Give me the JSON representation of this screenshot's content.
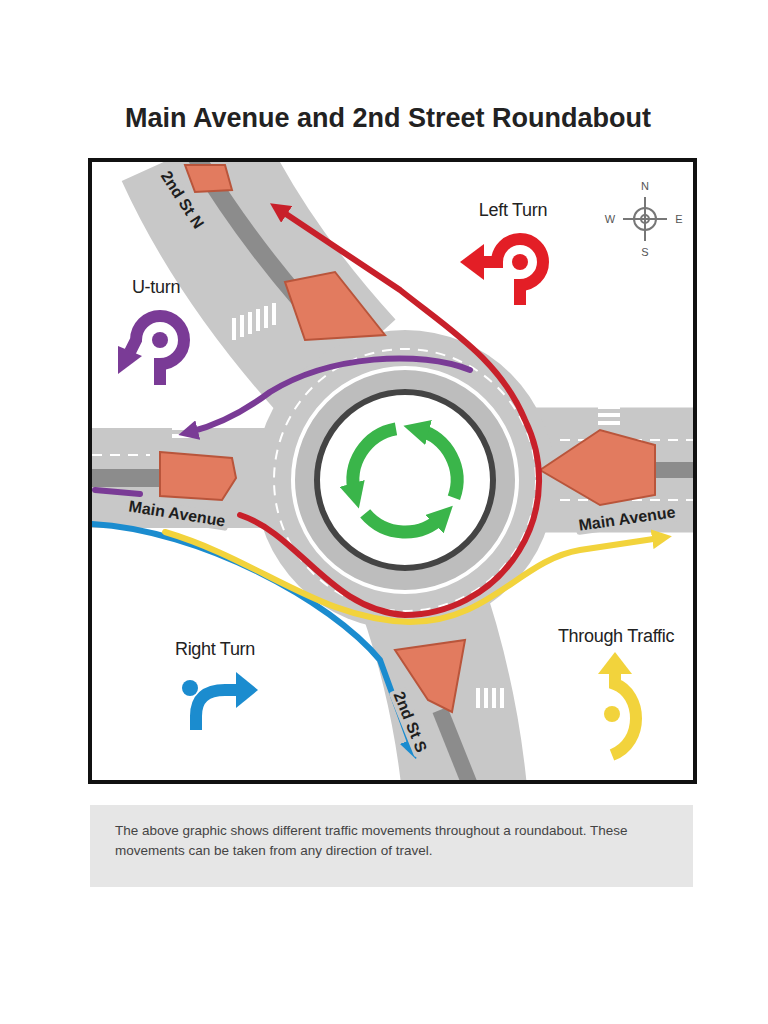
{
  "diagram": {
    "title": "Main Avenue and 2nd Street Roundabout",
    "caption": "The above graphic shows different traffic movements throughout a roundabout. These movements can be taken from any direction of travel.",
    "labels": [
      "2nd St N",
      "N",
      "W",
      "E",
      "S",
      "Main Avenue",
      "Main Avenue",
      "2nd St S"
    ],
    "legend": [
      {
        "text": "Left Turn"
      },
      {
        "text": "U-turn"
      },
      {
        "text": "Right Turn"
      },
      {
        "text": "Through Traffic"
      }
    ]
  }
}
